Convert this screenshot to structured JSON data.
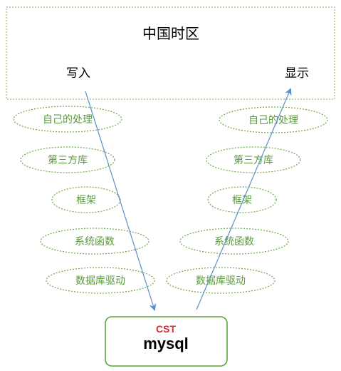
{
  "top_box": {
    "title": "中国时区",
    "write_label": "写入",
    "display_label": "显示"
  },
  "left_layers": [
    "自己的处理",
    "第三方库",
    "框架",
    "系统函数",
    "数据库驱动"
  ],
  "right_layers": [
    "自己的处理",
    "第三方库",
    "框架",
    "系统函数",
    "数据库驱动"
  ],
  "db_box": {
    "timezone": "CST",
    "name": "mysql"
  },
  "colors": {
    "dashed_border": "#8cc16a",
    "ellipse_border": "#6aaa4a",
    "layer_text": "#5a9b3a",
    "db_border": "#5ca33c",
    "arrow": "#5b8fc7",
    "cst": "#e8262d"
  }
}
